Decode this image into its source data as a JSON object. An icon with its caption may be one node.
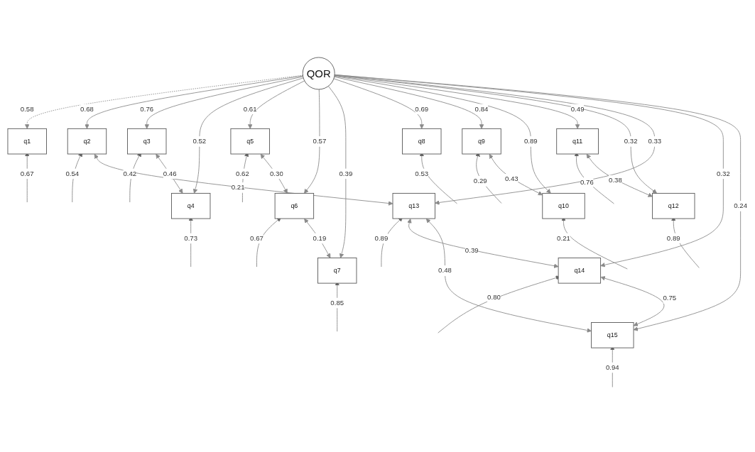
{
  "diagram": {
    "nodes": [
      {
        "text": [
          "QOR"
        ]
      },
      {
        "text": [
          "q1"
        ]
      },
      {
        "text": [
          "q2"
        ]
      },
      {
        "text": [
          "q3"
        ]
      },
      {
        "text": [
          "q4"
        ]
      },
      {
        "text": [
          "q5"
        ]
      },
      {
        "text": [
          "q6"
        ]
      },
      {
        "text": [
          "q7"
        ]
      },
      {
        "text": [
          "q8"
        ]
      },
      {
        "text": [
          "q9"
        ]
      },
      {
        "text": [
          "q10"
        ]
      },
      {
        "text": [
          "q11"
        ]
      },
      {
        "text": [
          "q12"
        ]
      },
      {
        "text": [
          "q13"
        ]
      },
      {
        "text": [
          "q14"
        ]
      },
      {
        "text": [
          "q15"
        ]
      }
    ],
    "edges": [
      {
        "from": 0,
        "to": 1,
        "arrow": "to",
        "label": "0.58",
        "style": "dashed"
      },
      {
        "from": 0,
        "to": 2,
        "arrow": "to",
        "label": "0.68"
      },
      {
        "from": 0,
        "to": 3,
        "arrow": "to",
        "label": "0.76"
      },
      {
        "from": 0,
        "to": 4,
        "arrow": "to",
        "label": "0.52"
      },
      {
        "from": 0,
        "to": 5,
        "arrow": "to",
        "label": "0.61"
      },
      {
        "from": 0,
        "to": 6,
        "arrow": "to",
        "label": "0.57"
      },
      {
        "from": 0,
        "to": 7,
        "arrow": "to",
        "label": "0.39"
      },
      {
        "from": 0,
        "to": 8,
        "arrow": "to",
        "label": "0.69"
      },
      {
        "from": 0,
        "to": 9,
        "arrow": "to",
        "label": "0.84"
      },
      {
        "from": 0,
        "to": 10,
        "arrow": "to",
        "label": "0.89"
      },
      {
        "from": 0,
        "to": 11,
        "arrow": "to",
        "label": "0.49"
      },
      {
        "from": 0,
        "to": 12,
        "arrow": "to",
        "label": "0.32"
      },
      {
        "from": 0,
        "to": 13,
        "arrow": "to",
        "label": "0.33"
      },
      {
        "from": 0,
        "to": 14,
        "arrow": "to",
        "label": "0.32"
      },
      {
        "from": 0,
        "to": 15,
        "arrow": "to",
        "label": "0.24"
      },
      {
        "from": null,
        "to": 1,
        "arrow": "to",
        "label": "0.67"
      },
      {
        "from": null,
        "to": 2,
        "arrow": "to",
        "label": "0.54"
      },
      {
        "from": null,
        "to": 3,
        "arrow": "to",
        "label": "0.42"
      },
      {
        "from": null,
        "to": 4,
        "arrow": "to",
        "label": "0.73"
      },
      {
        "from": null,
        "to": 5,
        "arrow": "to",
        "label": "0.62"
      },
      {
        "from": null,
        "to": 6,
        "arrow": "to",
        "label": "0.67"
      },
      {
        "from": null,
        "to": 7,
        "arrow": "to",
        "label": "0.85"
      },
      {
        "from": null,
        "to": 8,
        "arrow": "to",
        "label": "0.53"
      },
      {
        "from": null,
        "to": 9,
        "arrow": "to",
        "label": "0.29"
      },
      {
        "from": null,
        "to": 10,
        "arrow": "to",
        "label": "0.21"
      },
      {
        "from": null,
        "to": 11,
        "arrow": "to",
        "label": "0.76"
      },
      {
        "from": null,
        "to": 12,
        "arrow": "to",
        "label": "0.89"
      },
      {
        "from": null,
        "to": 13,
        "arrow": "to",
        "label": "0.89"
      },
      {
        "from": null,
        "to": 14,
        "arrow": "to",
        "label": "0.80"
      },
      {
        "from": null,
        "to": 15,
        "arrow": "to",
        "label": "0.94"
      },
      {
        "from": 3,
        "to": 4,
        "arrow": "both",
        "label": "0.46"
      },
      {
        "from": 2,
        "to": 13,
        "arrow": "both",
        "label": "0.21"
      },
      {
        "from": 5,
        "to": 6,
        "arrow": "both",
        "label": "0.30"
      },
      {
        "from": 6,
        "to": 7,
        "arrow": "both",
        "label": "0.19"
      },
      {
        "from": 9,
        "to": 10,
        "arrow": "both",
        "label": "0.43"
      },
      {
        "from": 11,
        "to": 12,
        "arrow": "both",
        "label": "0.38"
      },
      {
        "from": 13,
        "to": 14,
        "arrow": "both",
        "label": "0.39"
      },
      {
        "from": 13,
        "to": 15,
        "arrow": "both",
        "label": "0.48"
      },
      {
        "from": 14,
        "to": 15,
        "arrow": "both",
        "label": "0.75"
      }
    ]
  }
}
